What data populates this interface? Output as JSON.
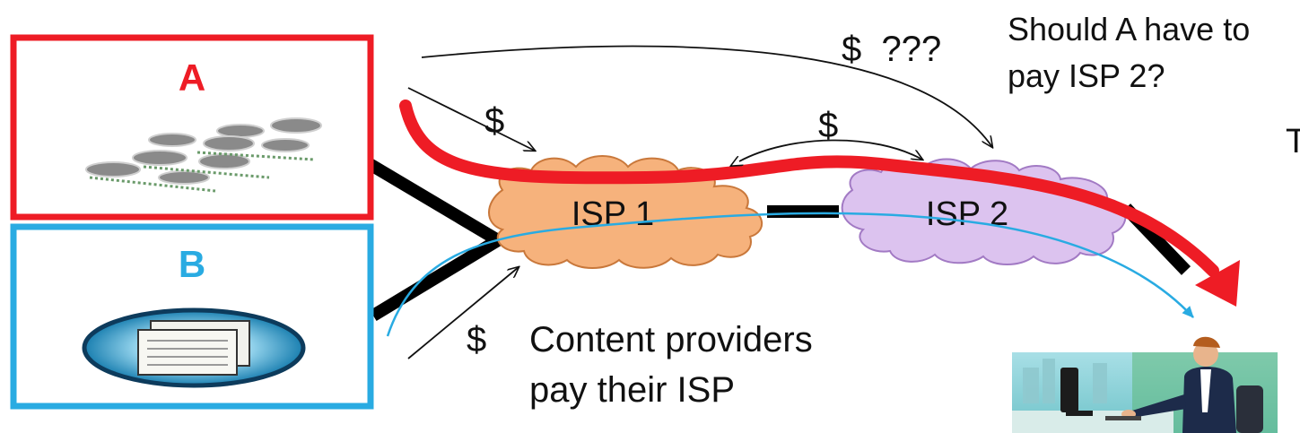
{
  "boxes": {
    "a": {
      "label": "A",
      "color": "#ee1c25"
    },
    "b": {
      "label": "B",
      "color": "#29abe2"
    }
  },
  "clouds": {
    "isp1": {
      "label": "ISP 1",
      "color": "#f6b27c"
    },
    "isp2": {
      "label": "ISP 2",
      "color": "#dcc3ef"
    }
  },
  "labels": {
    "payment_a_isp1": "$",
    "payment_isp1_isp2": "$",
    "payment_a_isp2": "$  ???",
    "payment_b_isp1": "$",
    "question_line1": "Should A have to",
    "question_line2": "pay ISP 2?",
    "content_line1": "Content providers",
    "content_line2": "pay their ISP",
    "cut_off_glyph": "T"
  },
  "icons": {
    "a": "server-farm-icon",
    "b": "content-server-icon",
    "user": "person-at-computer-icon"
  },
  "colors": {
    "traffic_a": "#ee1c25",
    "traffic_b": "#29abe2",
    "link": "#000000"
  }
}
